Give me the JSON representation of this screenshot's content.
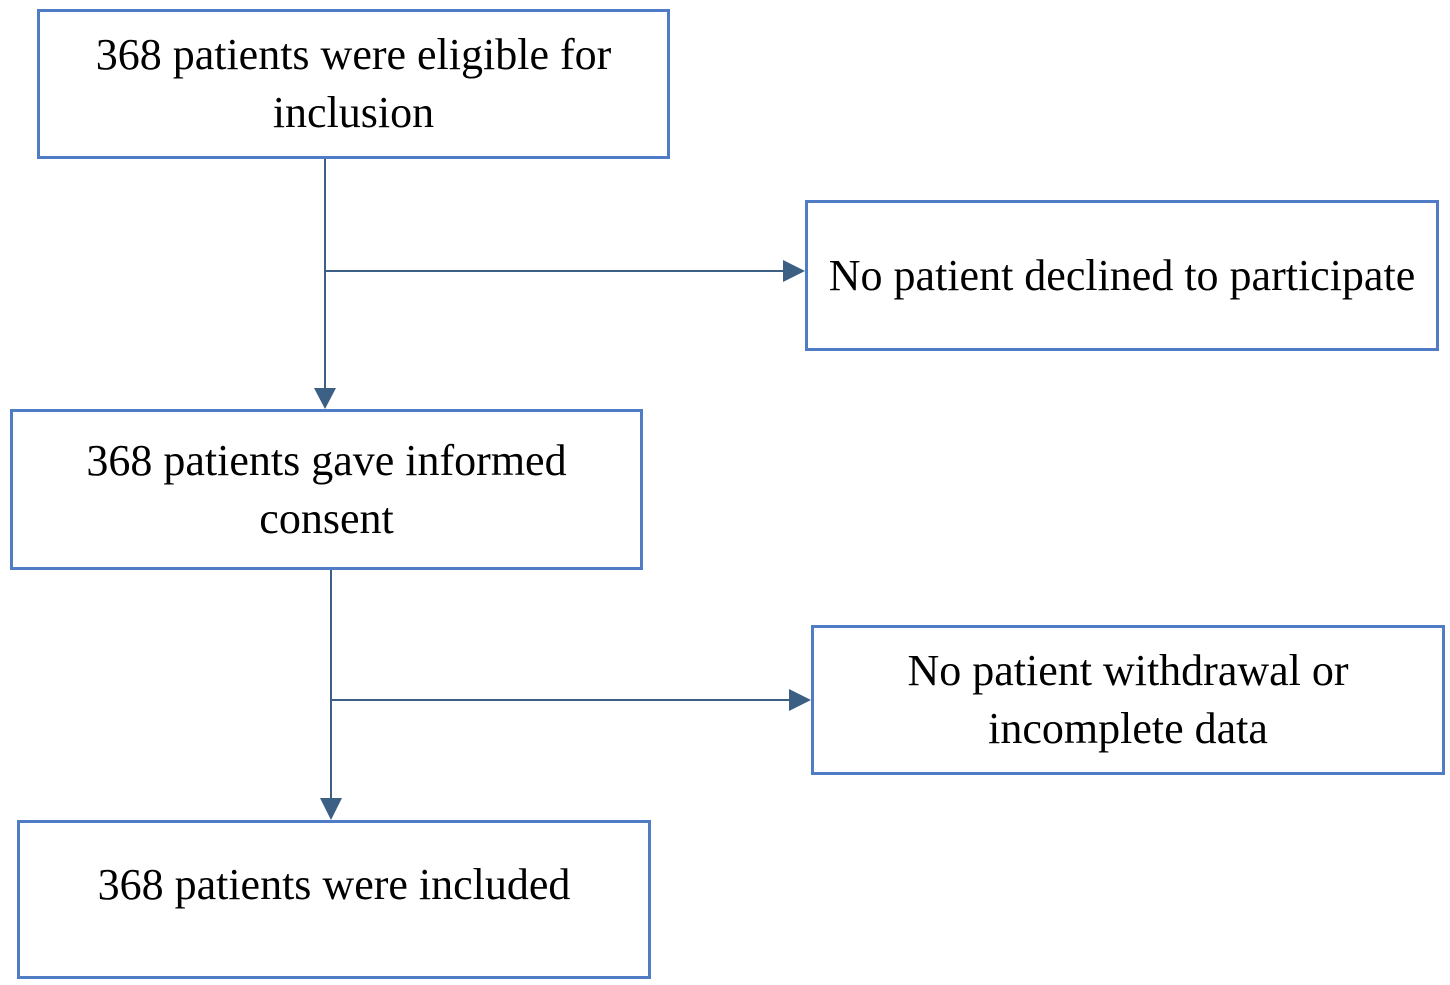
{
  "diagram": {
    "boxes": {
      "eligible": "368 patients were eligible for inclusion",
      "declined": "No patient declined to participate",
      "consent": "368 patients gave informed consent",
      "withdrawal": "No patient withdrawal or incomplete data",
      "included": "368 patients were included"
    },
    "colors": {
      "box_border": "#4f7cc4",
      "connector": "#3c5f84",
      "text": "#000000",
      "background": "#ffffff"
    }
  }
}
